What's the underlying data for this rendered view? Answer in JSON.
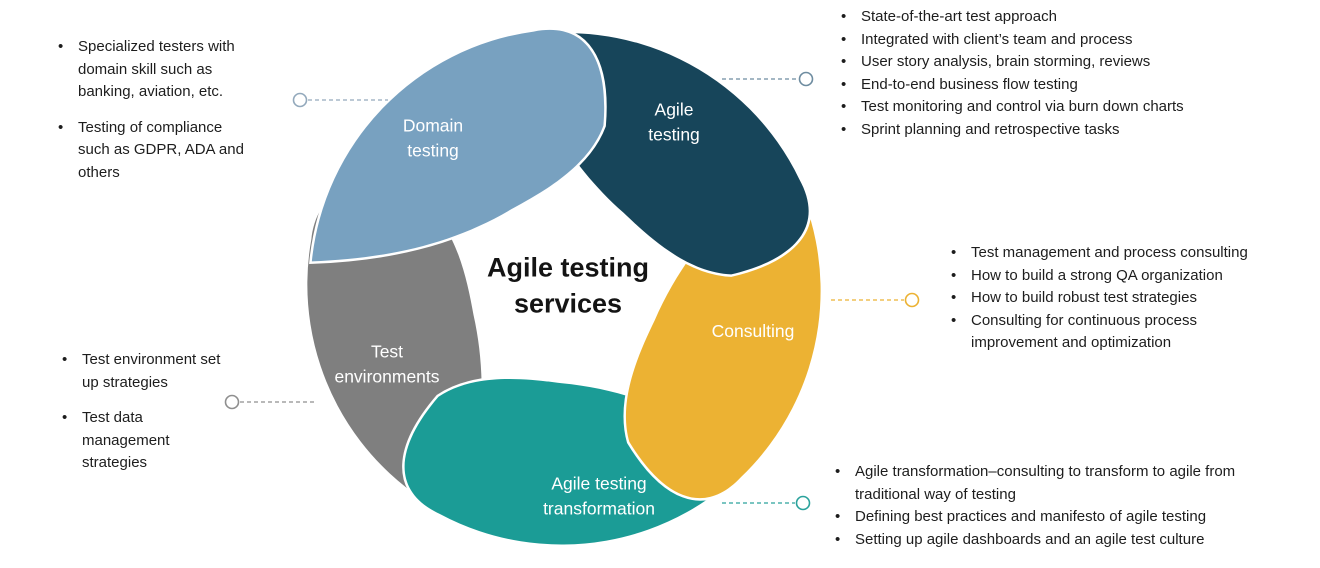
{
  "title": {
    "line1": "Agile testing",
    "line2": "services"
  },
  "segments": {
    "agile_testing": {
      "label": {
        "line1": "Agile",
        "line2": "testing"
      },
      "color": "#17455A",
      "connector_color": "#6E8CA0",
      "items": [
        "State-of-the-art test approach",
        "Integrated with client’s team and process",
        "User story analysis, brain storming, reviews",
        "End-to-end business flow testing",
        "Test monitoring and control via burn down charts",
        "Sprint planning and retrospective tasks"
      ]
    },
    "consulting": {
      "label": {
        "line1": "Consulting"
      },
      "color": "#ECB233",
      "connector_color": "#ECB233",
      "items": [
        "Test management and process consulting",
        "How to build a strong QA organization",
        "How to build robust test strategies",
        "Consulting for continuous process improvement and optimization"
      ]
    },
    "agile_testing_transformation": {
      "label": {
        "line1": "Agile testing",
        "line2": "transformation"
      },
      "color": "#1B9C96",
      "connector_color": "#2AA29C",
      "items": [
        "Agile transformation–consulting to transform to agile from traditional way of testing",
        "Defining best practices and manifesto of agile testing",
        "Setting up agile dashboards and an agile test culture"
      ]
    },
    "test_environments": {
      "label": {
        "line1": "Test",
        "line2": "environments"
      },
      "color": "#7F7F7F",
      "connector_color": "#8F8F8F",
      "items": [
        "Test environment set up strategies",
        "Test data management strategies"
      ]
    },
    "domain_testing": {
      "label": {
        "line1": "Domain",
        "line2": "testing"
      },
      "color": "#78A1C0",
      "connector_color": "#93A9BC",
      "items": [
        "Specialized testers with domain skill such as banking, aviation, etc.",
        "Testing of compliance such as GDPR, ADA and others"
      ]
    }
  }
}
